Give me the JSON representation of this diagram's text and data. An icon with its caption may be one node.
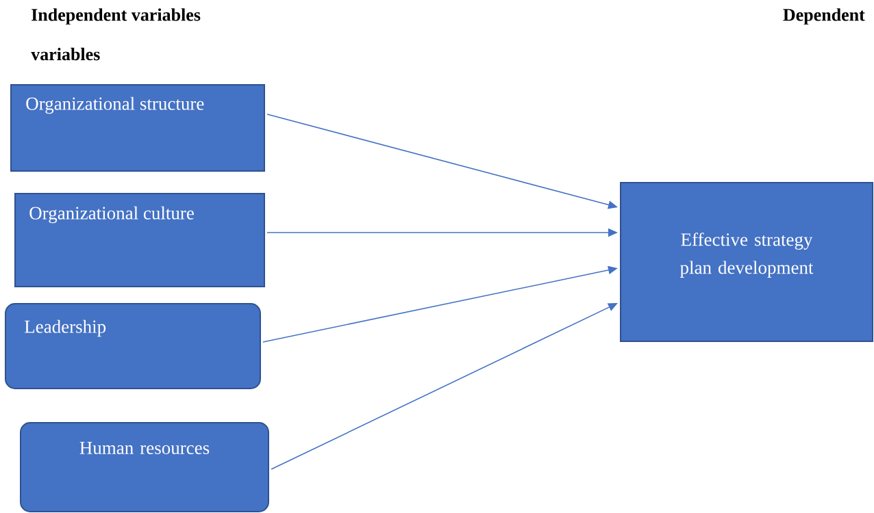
{
  "diagram": {
    "nodes": [
      {
        "text": [
          "Organizational structure"
        ]
      },
      {
        "text": [
          "Organizational culture"
        ]
      },
      {
        "text": [
          "Leadership"
        ]
      },
      {
        "text": [
          "Human resources"
        ]
      },
      {
        "text": [
          "Effective strategy plan development"
        ]
      }
    ],
    "edges": [
      {
        "from": 0,
        "to": 4,
        "arrow": "to"
      },
      {
        "from": 1,
        "to": 4,
        "arrow": "to"
      },
      {
        "from": 2,
        "to": 4,
        "arrow": "to"
      },
      {
        "from": 3,
        "to": 4,
        "arrow": "to"
      }
    ],
    "labels": [
      "Independent variables",
      "Dependent",
      "variables"
    ]
  }
}
